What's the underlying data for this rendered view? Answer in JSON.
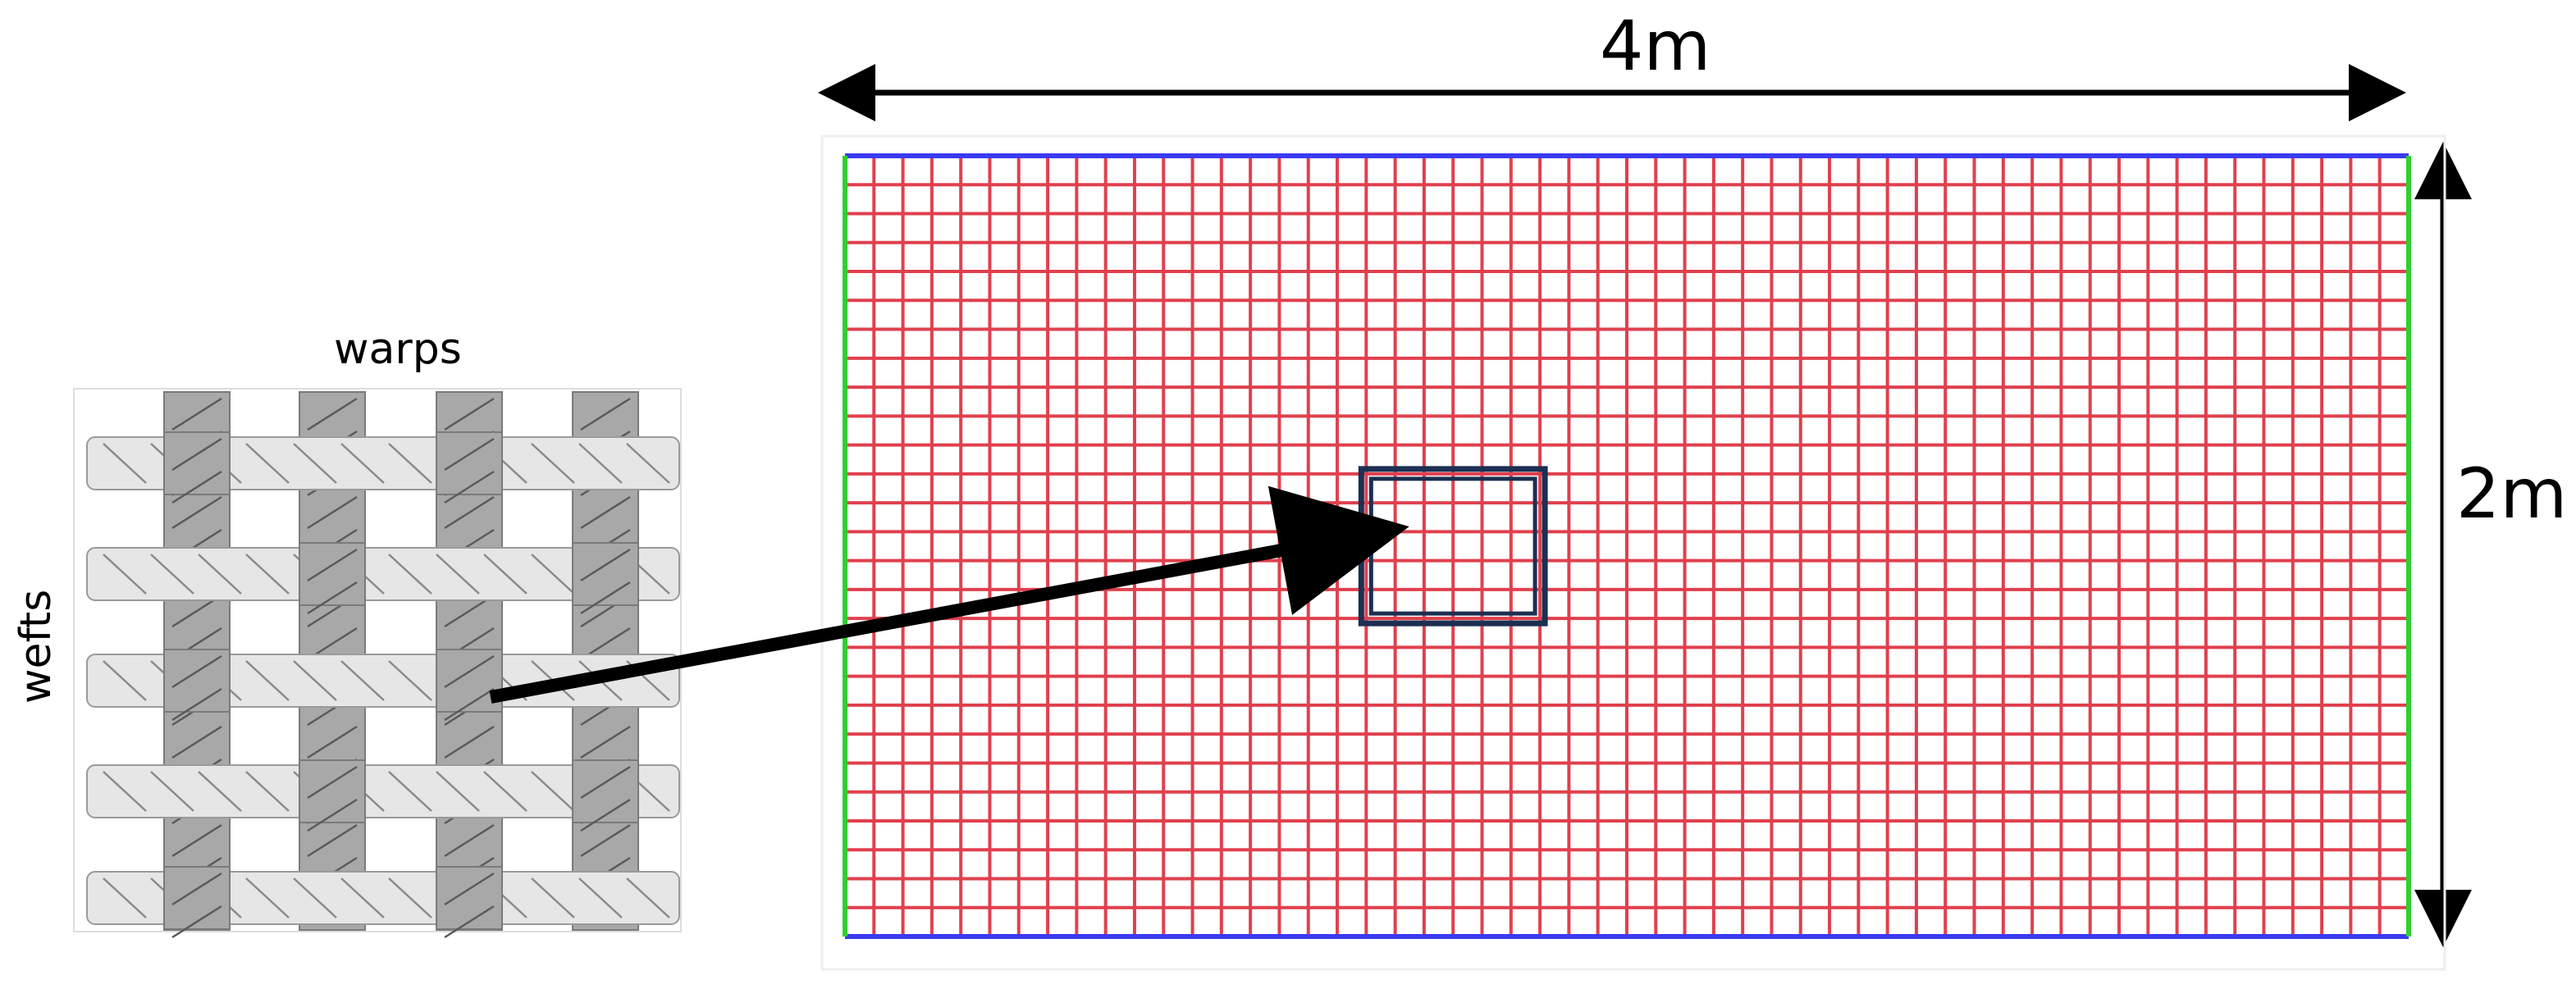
{
  "labels": {
    "width": "4m",
    "height": "2m",
    "warps": "warps",
    "wefts": "wefts"
  },
  "colors": {
    "grid_line": "#e0404e",
    "top_bottom_border": "#3a3af0",
    "side_border": "#2fd02f",
    "highlight_box": "#1c2f52",
    "weft_yarn": "#e6e6e6",
    "warp_yarn": "#a8a8a8",
    "arrow": "#000000"
  },
  "grid": {
    "columns": 54,
    "rows": 27,
    "highlight": {
      "col": 18,
      "row": 11,
      "cols": 6,
      "rows": 5
    }
  },
  "weave": {
    "warp_count": 4,
    "weft_count": 5
  }
}
